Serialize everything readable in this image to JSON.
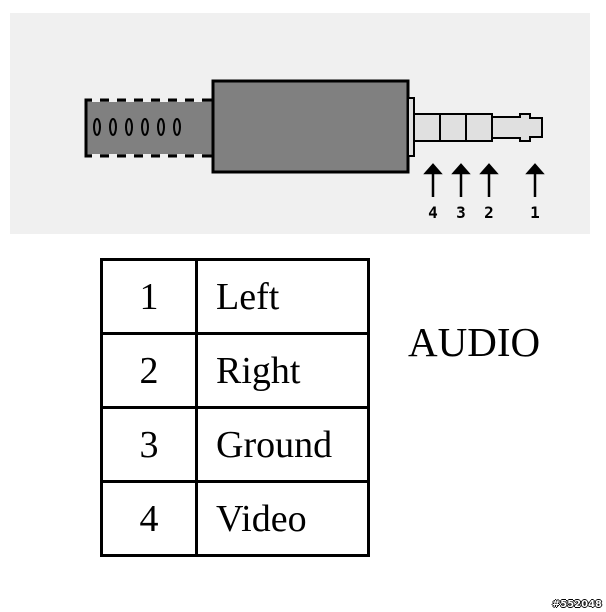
{
  "pins": [
    "4",
    "3",
    "2",
    "1"
  ],
  "table": [
    {
      "num": "1",
      "label": "Left"
    },
    {
      "num": "2",
      "label": "Right"
    },
    {
      "num": "3",
      "label": "Ground"
    },
    {
      "num": "4",
      "label": "Video"
    }
  ],
  "group_label": "AUDIO",
  "watermark": "#552048",
  "colors": {
    "panel": "#f0f0f0",
    "body": "#808080",
    "sleeve": "#e0e0e0"
  }
}
